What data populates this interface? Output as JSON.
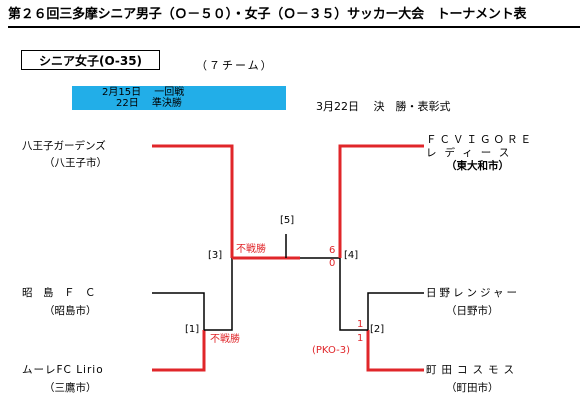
{
  "header": {
    "title": "第２６回三多摩シニア男子（Ｏ－５０）・女子（Ｏ－３５）サッカー大会　トーナメント表"
  },
  "section": {
    "label": "シニア女子(O-35)",
    "team_count": "（７チーム）"
  },
  "schedule": {
    "line1": "2月15日　 一回戦",
    "line2": "22日　 準決勝",
    "final_info": "3月22日　 決　勝・表彰式"
  },
  "teams": {
    "t1": {
      "name": "八王子ガーデンズ",
      "city": "（八王子市）"
    },
    "t2": {
      "name": "昭　島　Ｆ　Ｃ",
      "city": "（昭島市）"
    },
    "t3": {
      "name": "ムーレFC Lirio",
      "city": "（三鷹市）"
    },
    "t4": {
      "name": "ＦＣＶＩＧＯＲＥ",
      "name2": "レディース",
      "city": "（東大和市）"
    },
    "t5": {
      "name": "日野レンジャー",
      "city": "（日野市）"
    },
    "t6": {
      "name": "町田コスモス",
      "city": "（町田市）"
    }
  },
  "matches": {
    "m1": {
      "number": "[1]",
      "result": "不戦勝"
    },
    "m2": {
      "number": "[2]",
      "score_top": "1",
      "score_bottom": "1",
      "pk": "(PKO-3)"
    },
    "m3": {
      "number": "[3]",
      "result": "不戦勝"
    },
    "m4": {
      "number": "[4]",
      "score_top": "6",
      "score_bottom": "0"
    },
    "m5": {
      "number": "[5]"
    }
  },
  "colors": {
    "winner_line": "#e0262a",
    "schedule_bar": "#22aee8",
    "line": "#000000"
  }
}
